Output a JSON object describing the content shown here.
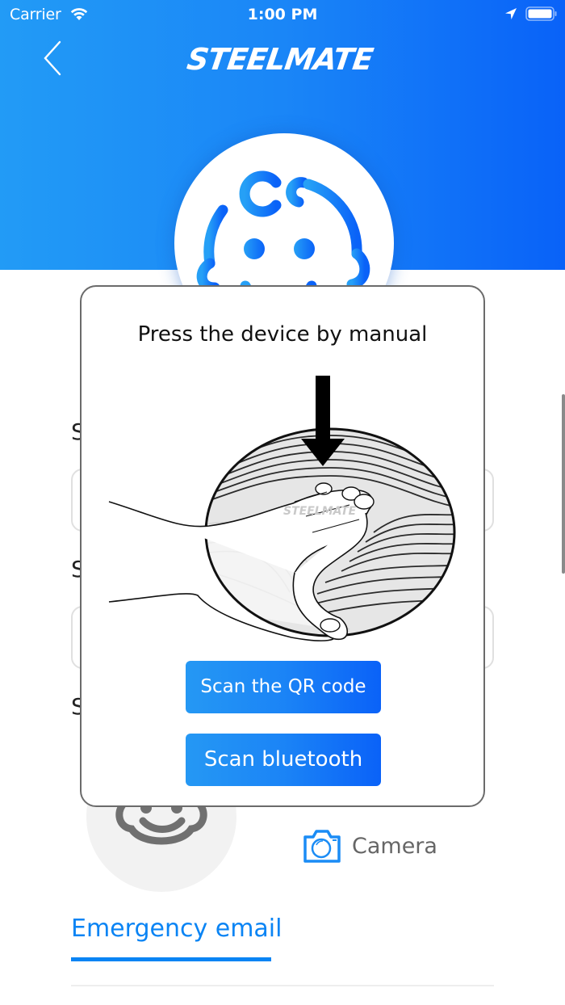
{
  "status_bar": {
    "carrier": "Carrier",
    "time": "1:00 PM",
    "wifi_icon": "wifi-icon",
    "location_icon": "location-arrow-icon",
    "battery_icon": "battery-full-icon"
  },
  "header": {
    "back_icon": "chevron-left-icon",
    "brand": "STEELMATE",
    "avatar_icon": "baby-face-icon",
    "gradient": [
      "#229bf6",
      "#0962f8"
    ]
  },
  "form": {
    "labels": [
      "S",
      "S",
      "S"
    ],
    "photo_placeholder_icon": "baby-face-outline-icon",
    "camera": {
      "icon": "camera-icon",
      "label": "Camera"
    },
    "tabs": [
      {
        "label": "Emergency email",
        "active": true
      }
    ],
    "accent_color": "#0a84f4"
  },
  "modal": {
    "title": "Press the device by manual",
    "illustration": {
      "description": "hand pressing device with downward arrow",
      "device_brand": "STEELMATE"
    },
    "buttons": {
      "scan_qr": "Scan the QR code",
      "scan_bluetooth": "Scan bluetooth"
    }
  }
}
